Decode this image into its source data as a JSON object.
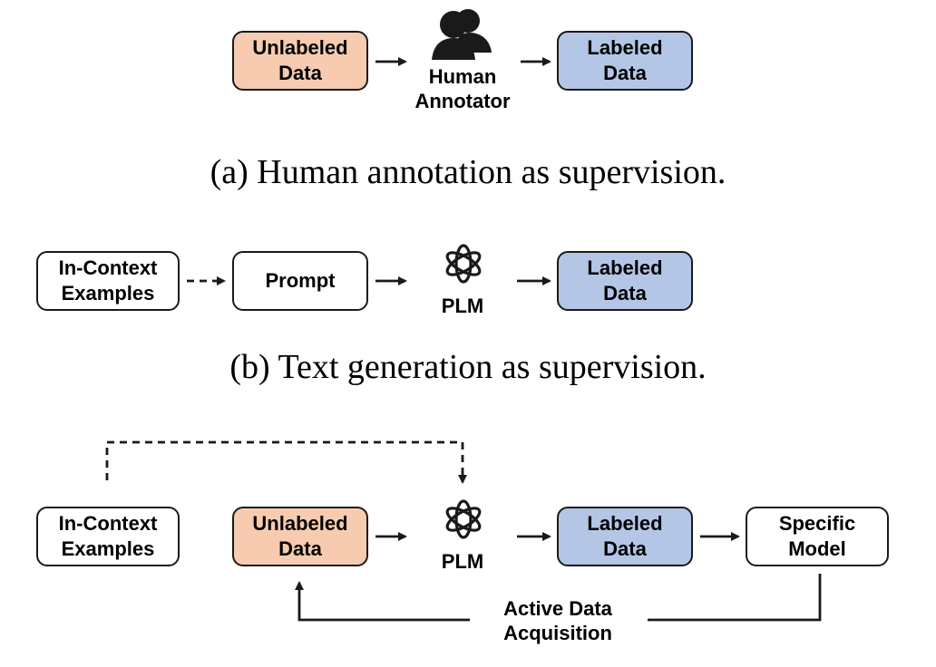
{
  "panel_a": {
    "unlabeled": "Unlabeled\nData",
    "annotator": "Human\nAnnotator",
    "labeled": "Labeled\nData",
    "caption": "(a) Human annotation as supervision."
  },
  "panel_b": {
    "examples": "In-Context\nExamples",
    "prompt": "Prompt",
    "plm": "PLM",
    "labeled": "Labeled\nData",
    "caption": "(b) Text generation as supervision."
  },
  "panel_c": {
    "examples": "In-Context\nExamples",
    "unlabeled": "Unlabeled\nData",
    "plm": "PLM",
    "labeled": "Labeled\nData",
    "model": "Specific\nModel",
    "loop_label": "Active Data\nAcquisition"
  },
  "icons": {
    "annotator": "person-silhouette-icon",
    "plm": "openai-knot-icon"
  },
  "colors": {
    "unlabeled_fill": "#f6cbaf",
    "labeled_fill": "#b3c6e6",
    "stroke": "#1a1a1a"
  }
}
